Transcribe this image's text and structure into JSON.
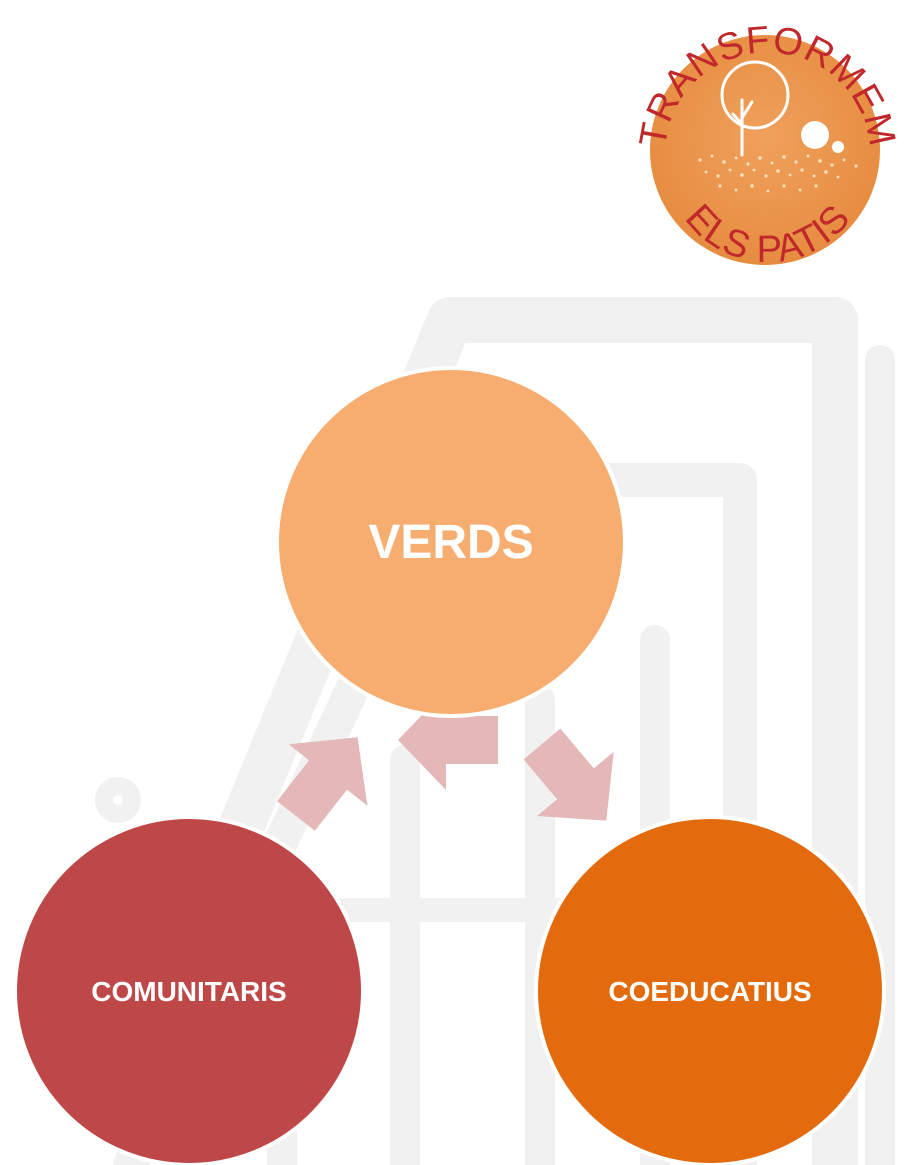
{
  "logo": {
    "text_top": "TRANSFORMEM",
    "text_bottom": "ELS PATIS",
    "background_color": "#e8944c",
    "text_color": "#c0282b"
  },
  "cycle": {
    "nodes": [
      {
        "id": "verds",
        "label": "VERDS",
        "color": "#f7ad6f"
      },
      {
        "id": "coeducatius",
        "label": "COEDUCATIUS",
        "color": "#e36b0e"
      },
      {
        "id": "comunitaris",
        "label": "COMUNITARIS",
        "color": "#be4848"
      }
    ],
    "arrow_color": "#e4b8b8"
  },
  "watermark": {
    "color": "#f1f1f1"
  }
}
